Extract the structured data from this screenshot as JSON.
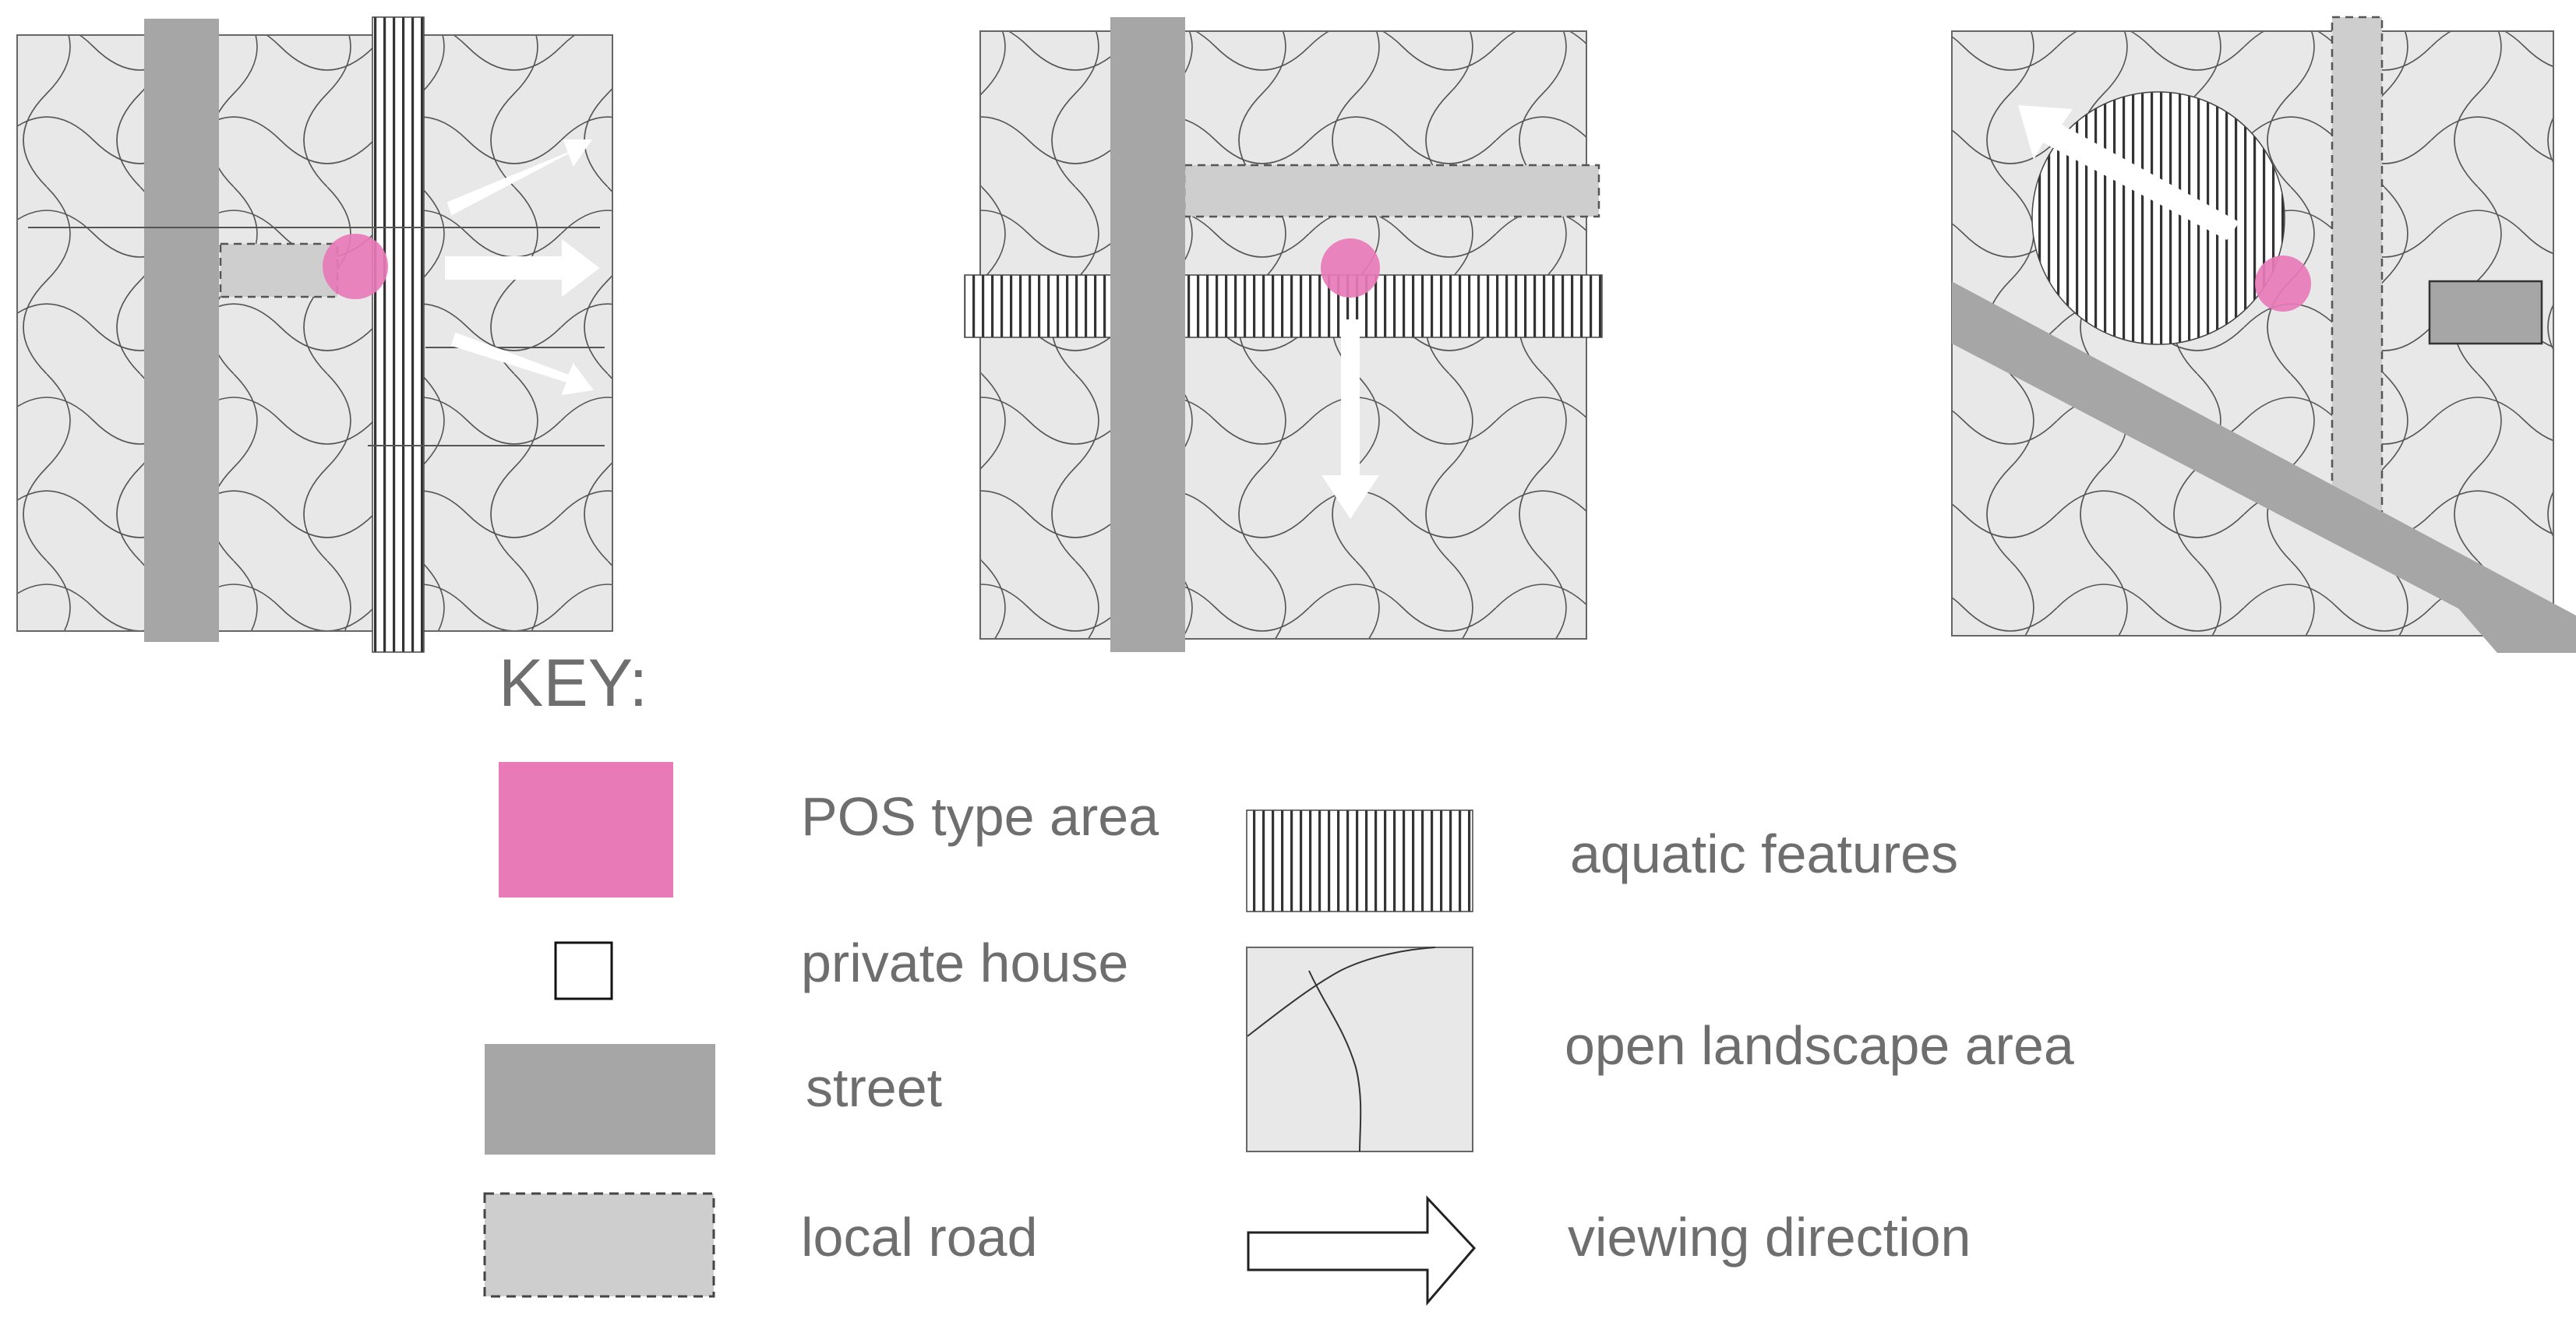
{
  "colors": {
    "pos": "#e87ab8",
    "street": "#a6a6a6",
    "local_road": "#cecece",
    "landscape": "#e8e8e8",
    "arrow": "#ffffff",
    "line": "#6b6b6b",
    "text": "#6e6e6e"
  },
  "panels": [
    {
      "id": "panel-1",
      "features": [
        "street",
        "aquatic-features-strip",
        "local-road",
        "pos-area",
        "viewing-arrows"
      ]
    },
    {
      "id": "panel-2",
      "features": [
        "street",
        "local-road",
        "aquatic-features-strip",
        "pos-area",
        "viewing-arrow"
      ]
    },
    {
      "id": "panel-3",
      "features": [
        "street",
        "local-road",
        "aquatic-features-pond",
        "private-house",
        "pos-area",
        "viewing-arrow"
      ]
    }
  ],
  "key": {
    "title": "KEY:",
    "items": {
      "pos": "POS type area",
      "house": "private house",
      "street": "street",
      "local_road": "local road",
      "aquatic": "aquatic features",
      "landscape": "open landscape area",
      "viewing": "viewing direction"
    }
  }
}
